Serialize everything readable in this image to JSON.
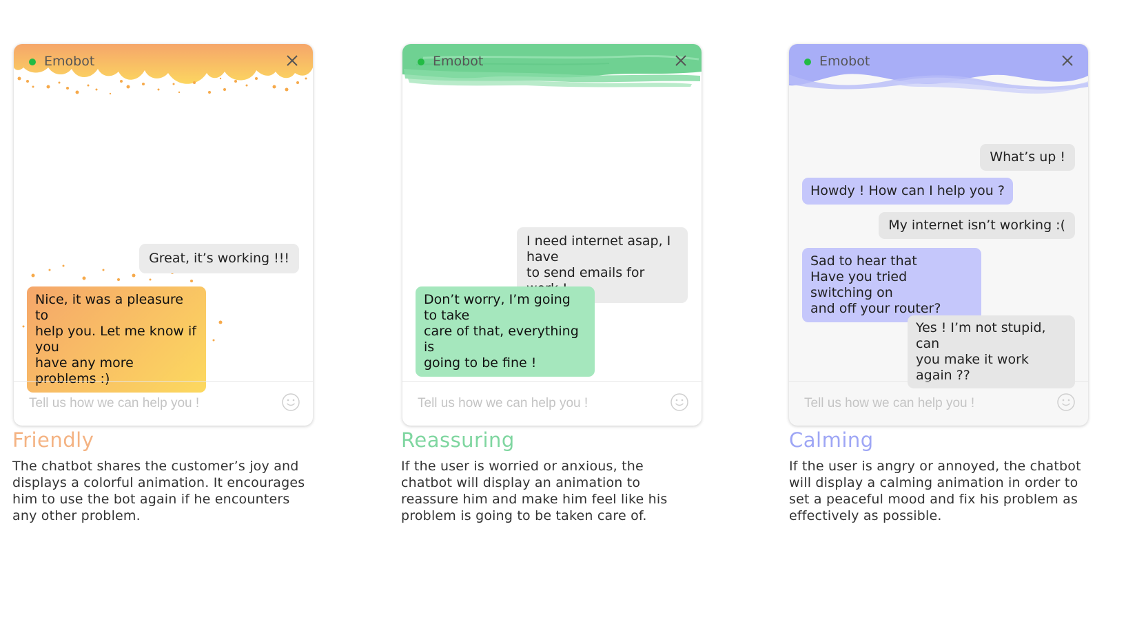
{
  "colors": {
    "friendly": "#f4b383",
    "reassuring": "#7fd6a0",
    "calming": "#9ea6f5",
    "status_online": "#22bb44"
  },
  "panels": [
    {
      "bot_name": "Emobot",
      "messages": [
        {
          "from": "user",
          "text": "Great, it’s working !!!"
        },
        {
          "from": "bot",
          "lines": [
            "Nice, it was a pleasure to",
            "help you. Let me know if you",
            "have any more problems :)"
          ]
        }
      ],
      "input_placeholder": "Tell us how we can help you !",
      "icons": {
        "close": "close-icon",
        "emoji": "smiley-icon",
        "status": "online-dot-icon"
      }
    },
    {
      "bot_name": "Emobot",
      "messages": [
        {
          "from": "user",
          "lines": [
            "I need internet asap, I have",
            "to send emails for work !"
          ]
        },
        {
          "from": "bot",
          "lines": [
            "Don’t worry, I’m going to take",
            "care of that, everything is",
            "going to be fine !"
          ]
        }
      ],
      "input_placeholder": "Tell us how we can help you !",
      "icons": {
        "close": "close-icon",
        "emoji": "smiley-icon",
        "status": "online-dot-icon"
      }
    },
    {
      "bot_name": "Emobot",
      "messages": [
        {
          "from": "user",
          "text": "What’s up !"
        },
        {
          "from": "bot",
          "text": "Howdy ! How can I help you ?"
        },
        {
          "from": "user",
          "text": "My internet isn’t working :("
        },
        {
          "from": "bot",
          "lines": [
            "Sad to hear that",
            "Have you tried switching on",
            "and off your router?"
          ]
        },
        {
          "from": "user",
          "lines": [
            "Yes ! I’m not stupid, can",
            "you make it work again ??"
          ]
        }
      ],
      "input_placeholder": "Tell us how we can help you !",
      "icons": {
        "close": "close-icon",
        "emoji": "smiley-icon",
        "status": "online-dot-icon"
      }
    }
  ],
  "sections": [
    {
      "title": "Friendly",
      "lines": [
        "The chatbot shares the customer’s joy and",
        "displays a colorful animation. It encourages",
        "him to use the bot again if he encounters",
        "any other problem."
      ]
    },
    {
      "title": "Reassuring",
      "lines": [
        "If the user is worried or anxious, the",
        "chatbot will display an animation to",
        "reassure him and make him feel like his",
        "problem is going to be taken care of."
      ]
    },
    {
      "title": "Calming",
      "lines": [
        "If the user is angry or annoyed, the chatbot",
        "will display a calming animation in order to",
        "set a peaceful mood and fix his problem as",
        "effectively as possible."
      ]
    }
  ]
}
